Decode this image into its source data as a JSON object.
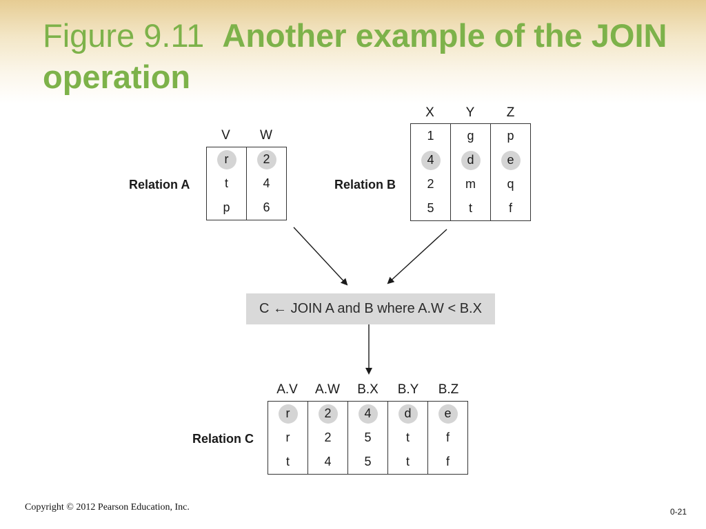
{
  "slide": {
    "title_lead": "Figure 9.11",
    "title_rest": "Another example of the JOIN operation",
    "copyright": "Copyright © 2012 Pearson Education, Inc.",
    "slide_number": "0-21"
  },
  "relation_a": {
    "label": "Relation A",
    "columns": [
      "V",
      "W"
    ],
    "rows": [
      [
        "r",
        "2"
      ],
      [
        "t",
        "4"
      ],
      [
        "p",
        "6"
      ]
    ],
    "highlighted_row": 0
  },
  "relation_b": {
    "label": "Relation B",
    "columns": [
      "X",
      "Y",
      "Z"
    ],
    "rows": [
      [
        "1",
        "g",
        "p"
      ],
      [
        "4",
        "d",
        "e"
      ],
      [
        "2",
        "m",
        "q"
      ],
      [
        "5",
        "t",
        "f"
      ]
    ],
    "highlighted_row": 1
  },
  "operation": {
    "text": "C ← JOIN A and B where A.W < B.X"
  },
  "relation_c": {
    "label": "Relation C",
    "columns": [
      "A.V",
      "A.W",
      "B.X",
      "B.Y",
      "B.Z"
    ],
    "rows": [
      [
        "r",
        "2",
        "4",
        "d",
        "e"
      ],
      [
        "r",
        "2",
        "5",
        "t",
        "f"
      ],
      [
        "t",
        "4",
        "5",
        "t",
        "f"
      ]
    ],
    "highlighted_row": 0
  },
  "colors": {
    "title_green": "#7db24a",
    "highlight_gray": "#d4d4d4",
    "op_box_gray": "#d9d9d9"
  }
}
